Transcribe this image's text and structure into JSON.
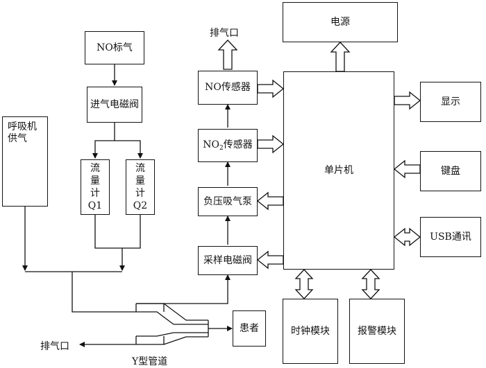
{
  "nodes": {
    "no_standard_gas": "NO标气",
    "inlet_valve": "进气电磁阀",
    "flow_meter_1": [
      "流",
      "量",
      "计",
      "Q1"
    ],
    "flow_meter_2": [
      "流",
      "量",
      "计",
      "Q2"
    ],
    "ventilator_supply": [
      "呼吸机",
      "供气"
    ],
    "no_sensor": "NO传感器",
    "no2_sensor_prefix": "NO",
    "no2_sensor_sub": "2",
    "no2_sensor_suffix": "传感器",
    "vacuum_pump": "负压吸气泵",
    "sampling_valve": "采样电磁阀",
    "power_supply": "电源",
    "mcu": "单片机",
    "display": "显示",
    "keyboard": "键盘",
    "usb_comm": "USB通讯",
    "clock_module": "时钟模块",
    "alarm_module": "报警模块",
    "patient": "患者"
  },
  "labels": {
    "exhaust_top": "排气口",
    "exhaust_bottom": "排气口",
    "y_pipe": "Y型管道"
  }
}
